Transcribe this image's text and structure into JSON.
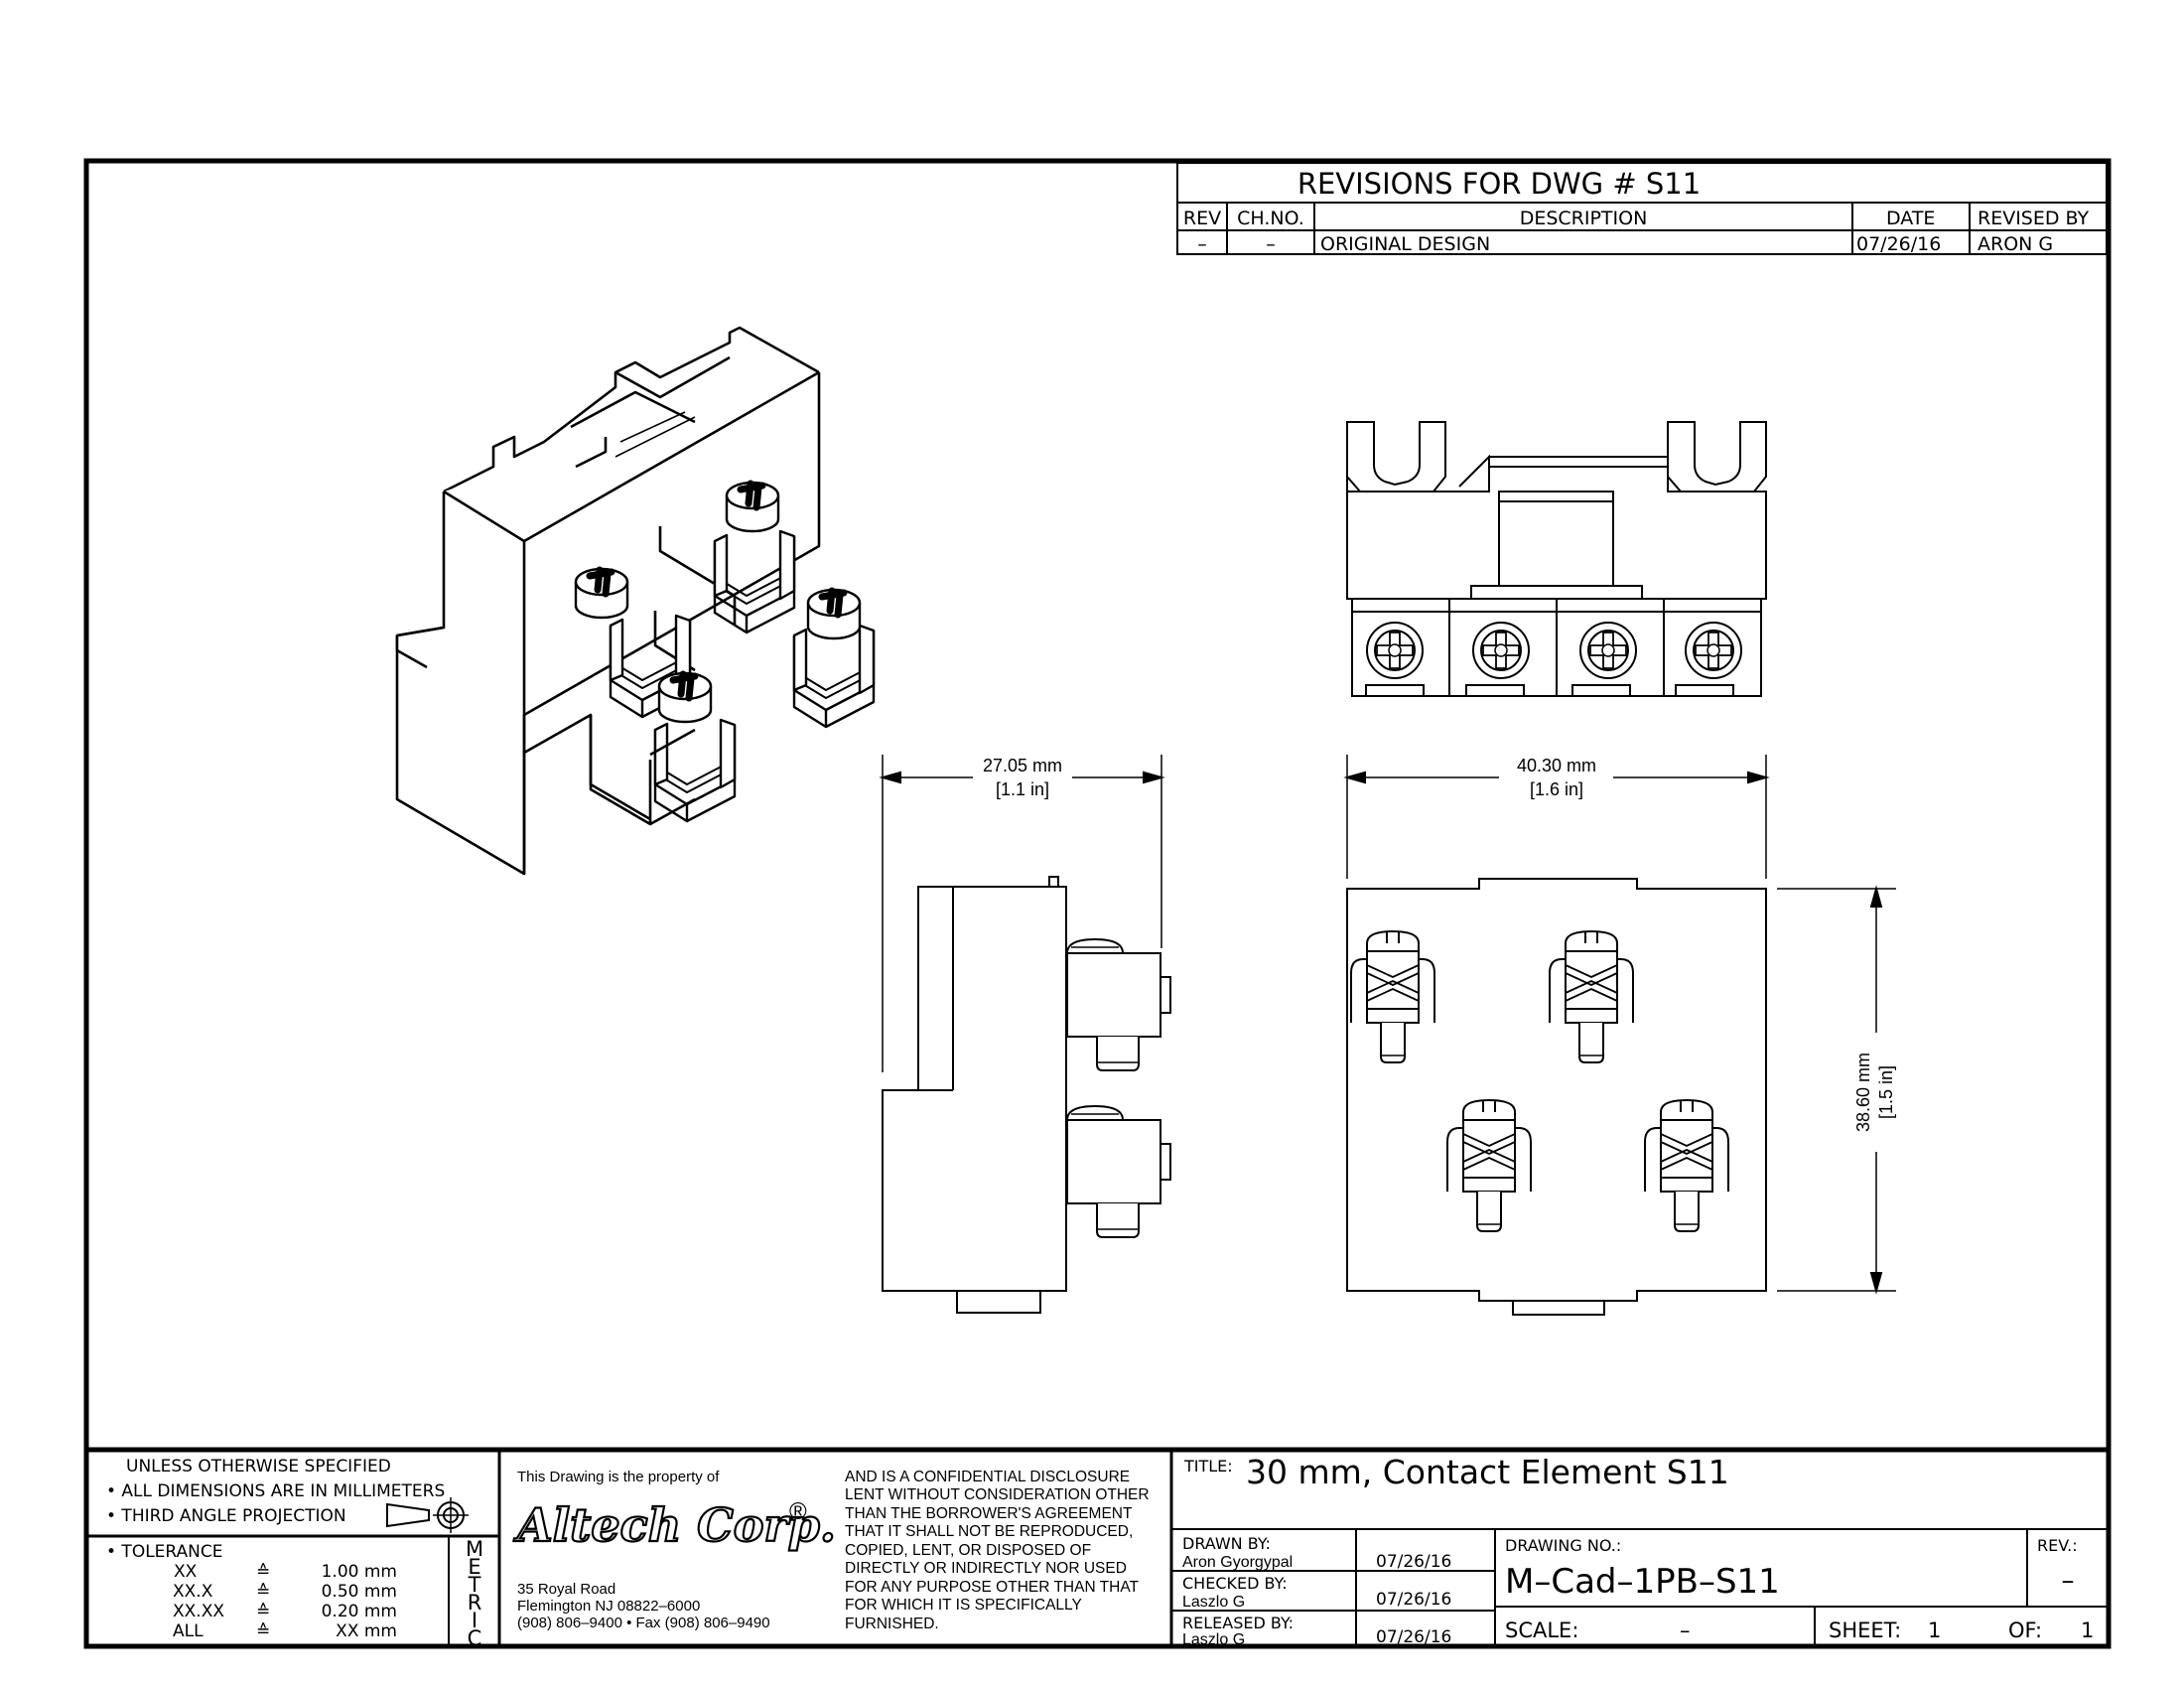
{
  "revisions": {
    "title": "REVISIONS FOR DWG # S11",
    "headers": {
      "rev": "REV",
      "chno": "CH.NO.",
      "desc": "DESCRIPTION",
      "date": "DATE",
      "revby": "REVISED BY"
    },
    "row": {
      "rev": "–",
      "chno": "–",
      "desc": "ORIGINAL DESIGN",
      "date": "07/26/16",
      "revby": "ARON G"
    }
  },
  "dimensions": {
    "side_width": "27.05 mm",
    "side_width_in": "[1.1 in]",
    "top_width": "40.30 mm",
    "top_width_in": "[1.6 in]",
    "front_height": "38.60 mm",
    "front_height_in": "[1.5 in]"
  },
  "notes": {
    "unless": "UNLESS OTHERWISE SPECIFIED",
    "dims": "• ALL DIMENSIONS ARE IN MILLIMETERS",
    "projection": "• THIRD ANGLE PROJECTION",
    "tolerance": "• TOLERANCE",
    "tol_rows": [
      {
        "k": "XX",
        "s": "≙",
        "v": "1.00 mm"
      },
      {
        "k": "XX.X",
        "s": "≙",
        "v": "0.50 mm"
      },
      {
        "k": "XX.XX",
        "s": "≙",
        "v": "0.20 mm"
      },
      {
        "k": "ALL",
        "s": "≙",
        "v": "XX mm"
      }
    ],
    "metric": [
      "M",
      "E",
      "T",
      "R",
      "I",
      "C"
    ]
  },
  "company": {
    "property": "This Drawing is the property of",
    "logo": "Altech Corp.",
    "reg": "®",
    "address1": "35 Royal Road",
    "address2": "Flemington NJ 08822–6000",
    "phone": "(908) 806–9400 • Fax (908) 806–9490",
    "disclosure": [
      "AND IS A CONFIDENTIAL DISCLOSURE",
      "LENT WITHOUT CONSIDERATION OTHER",
      "THAN THE BORROWER'S AGREEMENT",
      "THAT IT SHALL NOT BE REPRODUCED,",
      "COPIED, LENT, OR DISPOSED OF",
      "DIRECTLY OR INDIRECTLY NOR USED",
      "FOR ANY PURPOSE OTHER THAN THAT",
      "FOR WHICH IT IS SPECIFICALLY",
      "FURNISHED."
    ]
  },
  "titleblock": {
    "title_label": "TITLE:",
    "title": "30 mm, Contact Element S11",
    "drawn_by_label": "DRAWN BY:",
    "drawn_by": "Aron Gyorgypal",
    "drawn_date": "07/26/16",
    "checked_by_label": "CHECKED BY:",
    "checked_by": "Laszlo G",
    "checked_date": "07/26/16",
    "released_by_label": "RELEASED BY:",
    "released_by": "Laszlo G",
    "released_date": "07/26/16",
    "drawing_no_label": "DRAWING NO.:",
    "drawing_no": "M–Cad–1PB–S11",
    "rev_label": "REV.:",
    "rev": "–",
    "scale_label": "SCALE:",
    "scale": "–",
    "sheet_label": "SHEET:",
    "sheet": "1",
    "of_label": "OF:",
    "of": "1"
  }
}
